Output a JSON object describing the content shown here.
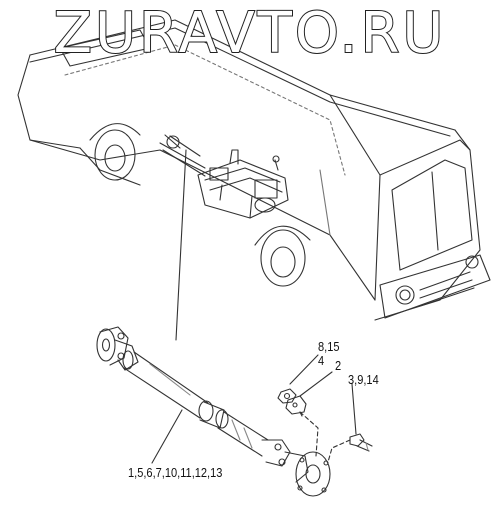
{
  "watermark": "ZURAVTO.RU",
  "callouts": {
    "c815": "8,15",
    "c4": "4",
    "c2": "2",
    "c3914": "3,9,14",
    "shaft": "1,5,6,7,10,11,12,13"
  }
}
